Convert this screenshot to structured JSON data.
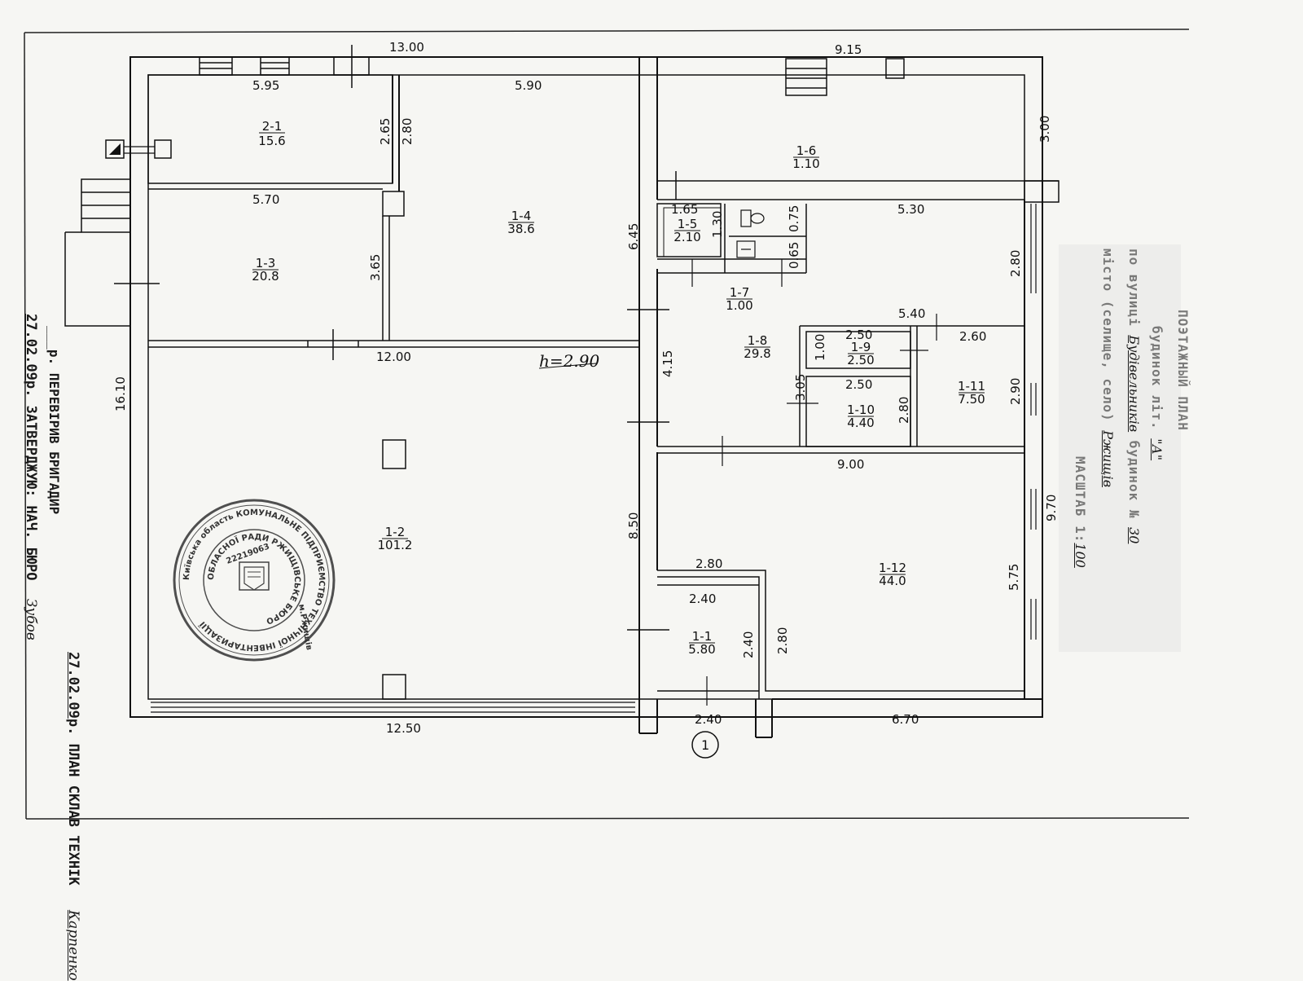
{
  "plan": {
    "height_note": "h=2.90",
    "entrance_marker": "1",
    "dimensions": {
      "top_left": "13.00",
      "top_right": "9.15",
      "r21_width": "5.95",
      "r14_width": "5.90",
      "r21_height_a": "2.65",
      "r21_height_b": "2.80",
      "r16_right": "3.00",
      "r13_width": "5.70",
      "r13_height": "3.65",
      "r14_height": "6.45",
      "r15_width": "1.65",
      "r15_height": "1.30",
      "wc_a": "0.75",
      "wc_b": "0.65",
      "corr_width": "5.30",
      "corr_height": "2.80",
      "r12_width": "12.00",
      "r18_width": "5.40",
      "r19_width": "2.50",
      "r19_height": "1.00",
      "r111_width": "2.60",
      "r18_height": "4.15",
      "r110_height_a": "3.05",
      "r110_width": "2.50",
      "r110_height_b": "2.80",
      "r111_height": "2.90",
      "left_total": "16.10",
      "r112_width": "9.00",
      "right_total": "9.70",
      "r12_mid": "8.50",
      "r112_notch": "2.80",
      "r11_width": "2.40",
      "r112_right": "5.75",
      "r11_height": "2.40",
      "r112_left": "2.80",
      "bottom_left": "12.50",
      "bottom_mid": "2.40",
      "bottom_right": "6.70"
    },
    "rooms": [
      {
        "id": "2-1",
        "area": "15.6"
      },
      {
        "id": "1-4",
        "area": "38.6"
      },
      {
        "id": "1-6",
        "area": "1.10"
      },
      {
        "id": "1-3",
        "area": "20.8"
      },
      {
        "id": "1-5",
        "area": "2.10"
      },
      {
        "id": "1-7",
        "area": "1.00"
      },
      {
        "id": "1-8",
        "area": "29.8"
      },
      {
        "id": "1-9",
        "area": "2.50"
      },
      {
        "id": "1-10",
        "area": "4.40"
      },
      {
        "id": "1-11",
        "area": "7.50"
      },
      {
        "id": "1-2",
        "area": "101.2"
      },
      {
        "id": "1-12",
        "area": "44.0"
      },
      {
        "id": "1-1",
        "area": "5.80"
      }
    ]
  },
  "stamp": {
    "ring_outer": "Київська область  КОМУНАЛЬНЕ ПІДПРИЄМСТВО  ТЕХНІЧНОЇ ІНВЕНТАРИЗАЦІЇ",
    "ring_inner": "ОБЛАСНОЇ РАДИ  РЖИЩІВСЬКЕ БЮРО",
    "code": "22219063",
    "city": "м.Ржищів"
  },
  "left_annotations": {
    "line1_date": "27.02.09",
    "line1_text": "р. ПЛАН СКЛАВ ТЕХНІК",
    "line1_sign": "Карпенко",
    "line2_text": "р. ПЕРЕВІРИВ БРИГАДИР",
    "line3_date": "27.02.09",
    "line3_text": "р. ЗАТВЕРДЖУЮ: НАЧ. БЮРО",
    "line3_sign": "Зубов"
  },
  "right_annotations": {
    "line1": "ПОЭТАЖНЫЙ ПЛАН",
    "line2_a": "будинок літ. ",
    "line2_b": "\"А\"",
    "line3_a": "по вулиці ",
    "line3_b": "Будівельників",
    "line3_c": " будинок № ",
    "line3_d": "30",
    "line4_a": "місто (селище, село) ",
    "line4_b": "Ржищів",
    "line5_a": "МАСШТАБ 1:",
    "line5_b": "100"
  }
}
